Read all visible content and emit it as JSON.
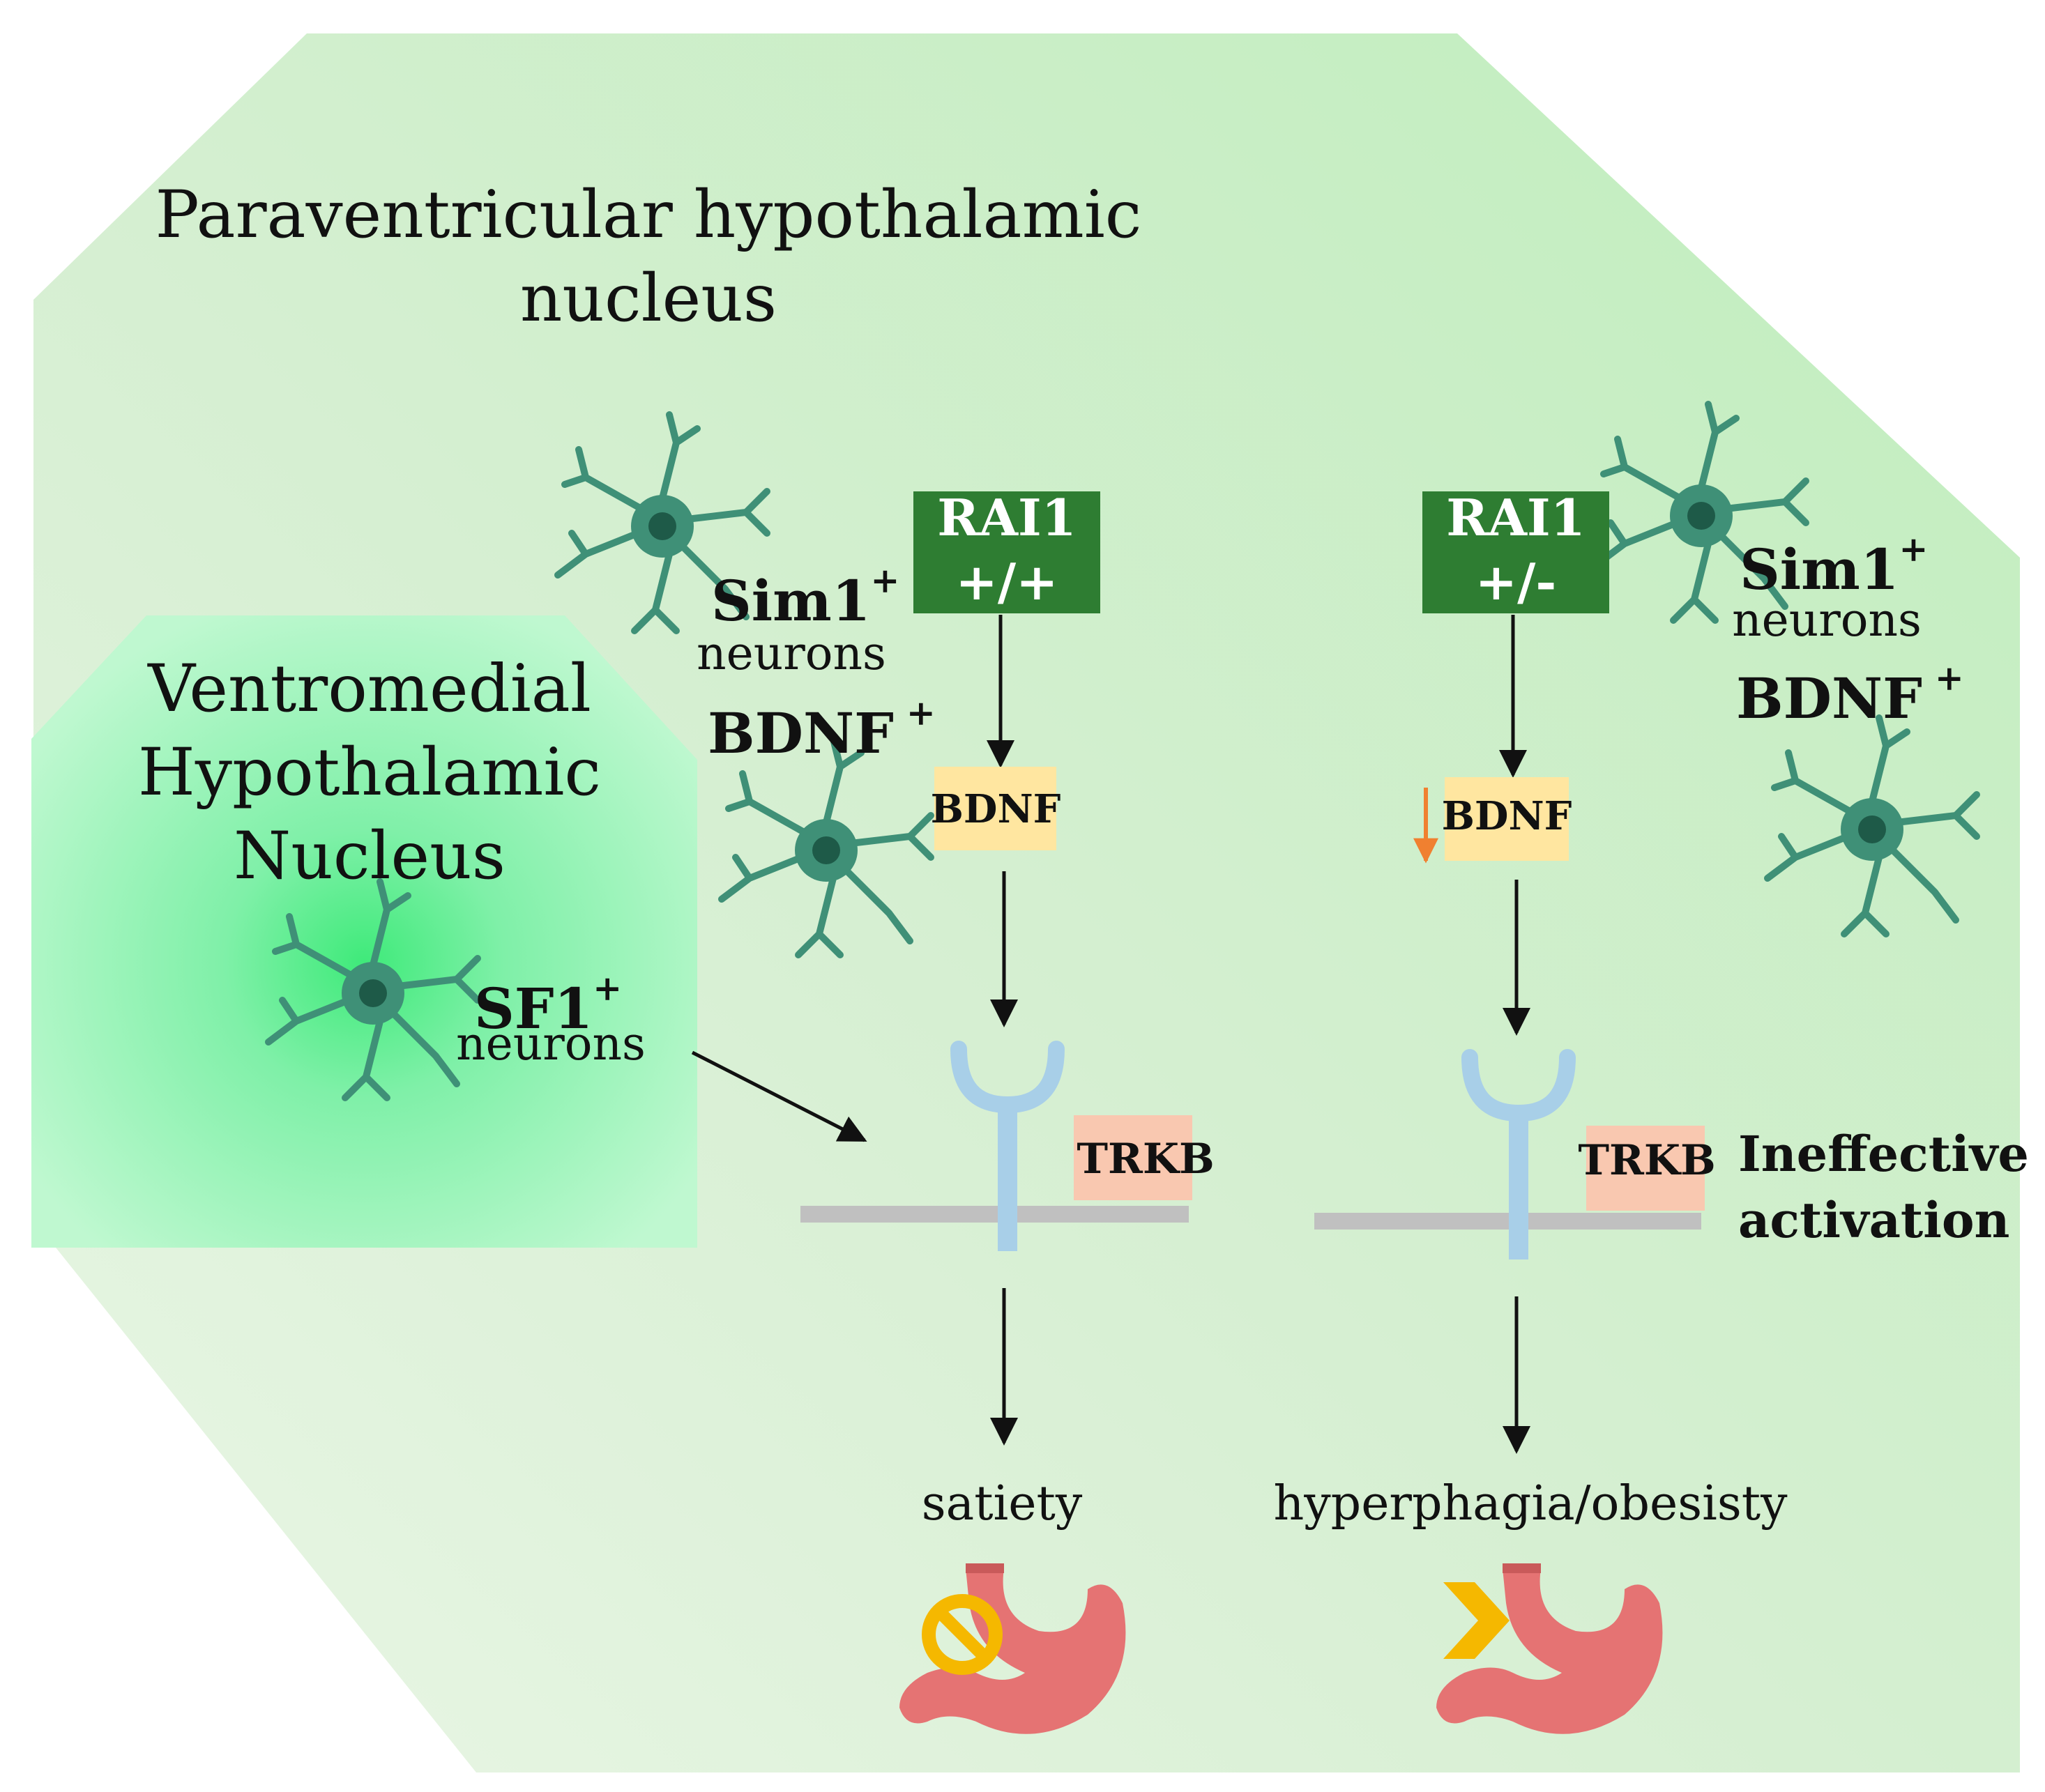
{
  "regions": {
    "pvn_title_line1": "Paraventricular hypothalamic",
    "pvn_title_line2": "nucleus",
    "vmh_title_line1": "Ventromedial",
    "vmh_title_line2": "Hypothalamic",
    "vmh_title_line3": "Nucleus"
  },
  "left_pathway": {
    "sim1": "Sim1",
    "sim1_sup": "+",
    "sim1_sub": "neurons",
    "bdnf_pos": "BDNF",
    "bdnf_pos_sup": "+",
    "rai1_line1": "RAI1",
    "rai1_line2": "+/+",
    "bdnf_box": "BDNF",
    "trkb": "TRKB",
    "outcome": "satiety",
    "stomach_icon": "stomach-blocked-icon"
  },
  "right_pathway": {
    "sim1": "Sim1",
    "sim1_sup": "+",
    "sim1_sub": "neurons",
    "bdnf_pos": "BDNF",
    "bdnf_pos_sup": "+",
    "rai1_line1": "RAI1",
    "rai1_line2": "+/-",
    "bdnf_box": "BDNF",
    "trkb": "TRKB",
    "note_line1": "Ineffective",
    "note_line2": "activation",
    "outcome": "hyperphagia/obesisty",
    "stomach_icon": "stomach-increase-icon"
  },
  "sf1": {
    "label": "SF1",
    "sup": "+",
    "sub": "neurons"
  },
  "colors": {
    "pvn_background": "#d2eecd",
    "vmh_background": "#7ff0a8",
    "rai1_box": "#2e7d32",
    "bdnf_box": "#ffe6a0",
    "trkb_box": "#f9c8b0",
    "receptor": "#a8cfe8",
    "membrane": "#c0c0c0",
    "neuron": "#3f9077",
    "downregulation_arrow": "#f08030",
    "icon_yellow": "#f5b800",
    "stomach": "#e57373"
  }
}
